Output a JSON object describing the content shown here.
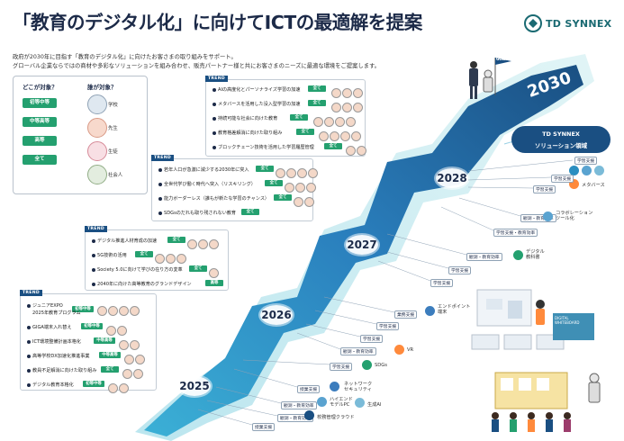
{
  "header": {
    "title": "「教育のデジタル化」に向けてICTの最適解を提案",
    "brand": "TD SYNNEX",
    "intro_lines": [
      "政府が2030年に目指す「教育のデジタル化」に向けたお客さまの取り組みをサポート。",
      "グローバル企業ならではの商材や多彩なソリューションを組み合わせ、販売パートナー様と共にお客さまのニーズに最適な環境をご提案します。"
    ]
  },
  "legend": {
    "target_title": "どこが対象？",
    "who_title": "誰が対象？",
    "targets": [
      "初等中等",
      "中等高等",
      "高等",
      "全て"
    ],
    "who": [
      "学校",
      "先生",
      "生徒",
      "社会人"
    ]
  },
  "trends": [
    {
      "tag": "TREND",
      "items": [
        {
          "text": "AIの高度化とパーソナライズ学習の加速",
          "badge": "全て"
        },
        {
          "text": "メタバースを活用した没入型学習の加速",
          "badge": "全て"
        },
        {
          "text": "持続可能な社会に向けた教育",
          "badge": "全て"
        },
        {
          "text": "教育格差解消に向けた取り組み",
          "badge": "全て"
        },
        {
          "text": "ブロックチェーン技術を活用した学習履歴管理",
          "badge": "全て"
        }
      ]
    },
    {
      "tag": "TREND",
      "items": [
        {
          "text": "若年人口が急激に減少する2030年に突入",
          "badge": "全て"
        },
        {
          "text": "全世代学び働く時代へ突入（リスキリング）",
          "badge": "全て"
        },
        {
          "text": "能力ボーダーレス（誰もが新たな学習のチャンス）",
          "badge": "全て"
        },
        {
          "text": "SDGsのだれも取り残されない教育",
          "badge": "全て"
        }
      ]
    },
    {
      "tag": "TREND",
      "items": [
        {
          "text": "デジタル推進人材育成の加速",
          "badge": "全て"
        },
        {
          "text": "5G技術の活用",
          "badge": "全て"
        },
        {
          "text": "Society 5.0に向けて学びの在り方の変革",
          "badge": "全て"
        },
        {
          "text": "2040年に向けた高等教育のグランドデザイン",
          "badge": "高等"
        }
      ]
    },
    {
      "tag": "TREND",
      "items": [
        {
          "text": "ジュニアEXPO",
          "badge": "初等中等"
        },
        {
          "text": "2025年教育プログラム",
          "badge": ""
        },
        {
          "text": "GIGA端末入れ替え",
          "badge": "初等中等"
        },
        {
          "text": "ICT環境整備計画本格化",
          "badge": "中等高等"
        },
        {
          "text": "高等学校DX加速化推進事業",
          "badge": "中等高等"
        },
        {
          "text": "教員不足解消に向けた取り組み",
          "badge": "全て"
        },
        {
          "text": "デジタル教育本格化",
          "badge": "初等中等"
        }
      ]
    }
  ],
  "years": [
    "2025",
    "2026",
    "2027",
    "2028",
    "2030"
  ],
  "goal_flag": "GOAL",
  "pill": {
    "line1": "TD SYNNEX",
    "line2": "ソリューション領域"
  },
  "solutions": [
    {
      "tag": "学習支援"
    },
    {
      "tag": "学習支援",
      "label": "メタバース"
    },
    {
      "tag": "学習支援"
    },
    {
      "tag": "観測・教育効率",
      "label": "コラボレーション\nツール化"
    },
    {
      "tag": "学習支援・教育効率"
    },
    {
      "tag": "観測・教育効率",
      "label": "デジタル\n教科書"
    },
    {
      "tag": "学習支援"
    },
    {
      "tag": "学習支援"
    },
    {
      "tag": "業務支援",
      "label": "エンドポイント\n端末"
    },
    {
      "tag": "学習支援"
    },
    {
      "tag": "学習支援"
    },
    {
      "tag": "観測・教育効率",
      "label": "VR"
    },
    {
      "tag": "学習支援",
      "label": "SDGs"
    },
    {
      "tag": "授業支援",
      "label": "ネットワーク\nセキュリティ"
    },
    {
      "tag": "観測・教育効率",
      "label": "ハイエンド\nモデルPC"
    },
    {
      "tag": "観測・教育効率",
      "label": "生成AI"
    },
    {
      "tag": "授業支援",
      "label": "校務管理クラウド"
    }
  ],
  "scene_panel": "DIGITAL\nWHITEBOARD",
  "colors": {
    "navy": "#1c2a48",
    "blue": "#1a4f82",
    "green": "#24a06f",
    "teal": "#1a6a72",
    "band": "#2a8ec0"
  }
}
